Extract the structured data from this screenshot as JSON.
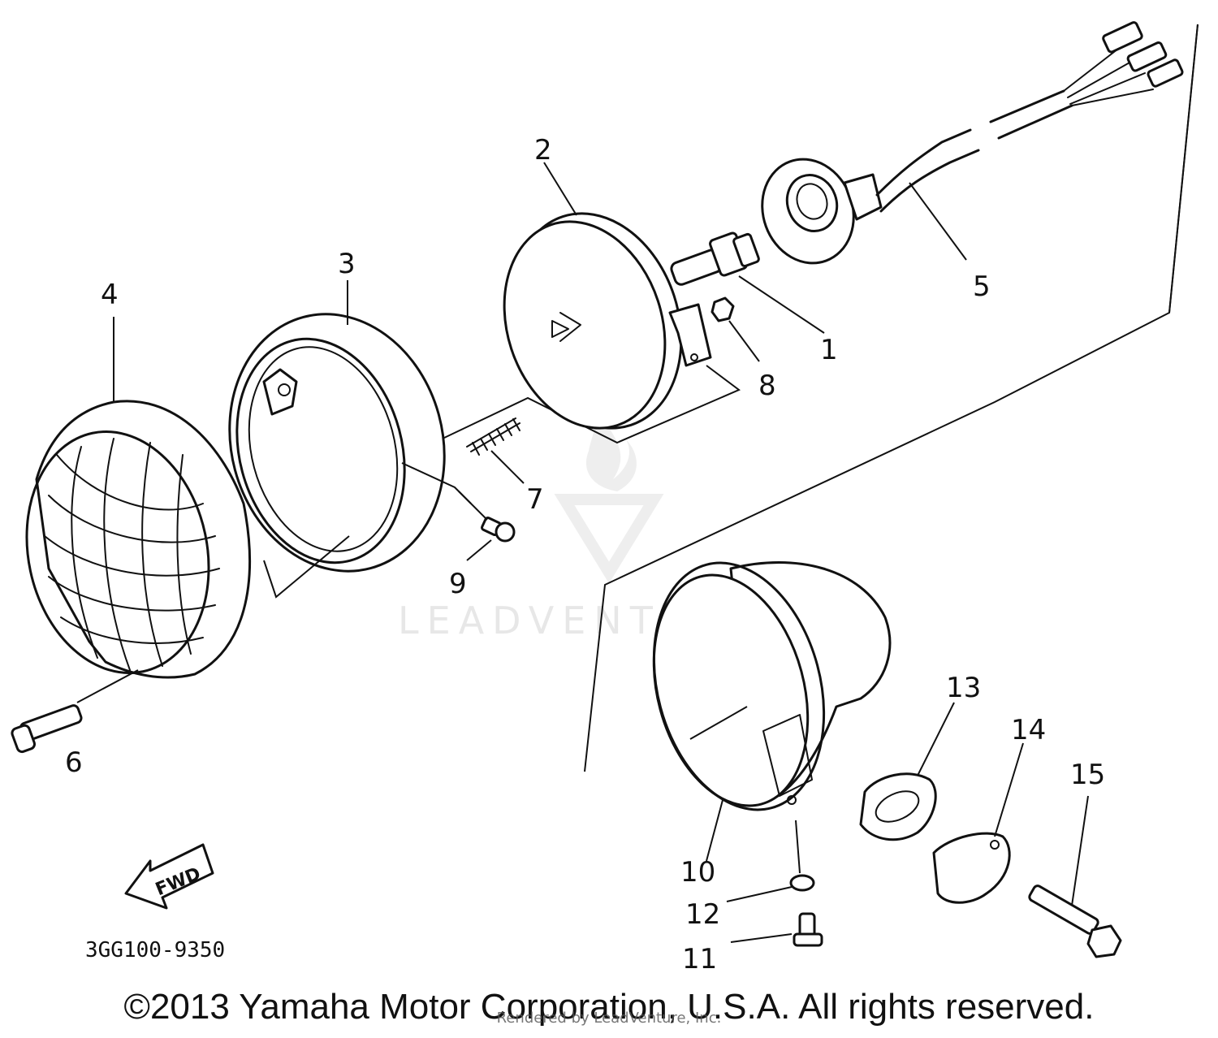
{
  "diagram_code": "3GG100-9350",
  "fwd_label": "FWD",
  "copyright": "©2013 Yamaha Motor Corporation, U.S.A. All rights reserved.",
  "rendered_by": "Rendered by LeadVenture, Inc.",
  "watermark": "LEADVENTURE",
  "callouts": {
    "p1": "1",
    "p2": "2",
    "p3": "3",
    "p4": "4",
    "p5": "5",
    "p6": "6",
    "p7": "7",
    "p8": "8",
    "p9": "9",
    "p10": "10",
    "p11": "11",
    "p12": "12",
    "p13": "13",
    "p14": "14",
    "p15": "15"
  }
}
